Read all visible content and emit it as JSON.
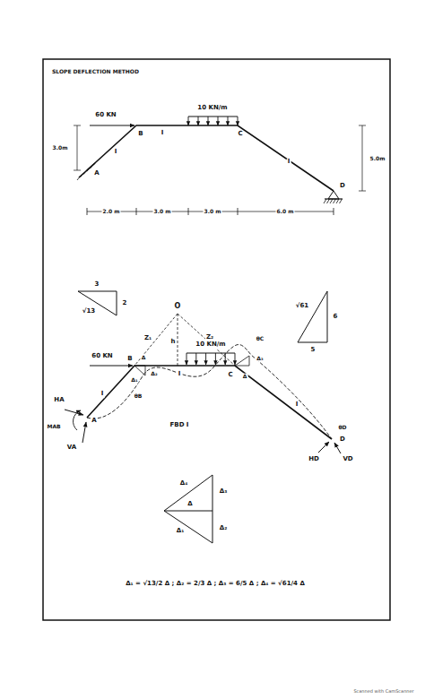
{
  "diagram": {
    "title": "SLOPE DEFLECTION METHOD",
    "labels": [
      "60 KN",
      "10 KN/m",
      "B",
      "C",
      "A",
      "D",
      "I",
      "I",
      "I",
      "3.0m",
      "5.0m",
      "2.0 m",
      "3.0 m",
      "3.0 m",
      "6.0 m",
      "3",
      "2",
      "√13",
      "√61",
      "6",
      "5",
      "O",
      "Z₁",
      "h",
      "Z₂",
      "60 KN",
      "10 KN/m",
      "B",
      "Δ",
      "Δ₁",
      "Δ₂",
      "θB",
      "I",
      "C",
      "Δ",
      "Δ₃",
      "θC",
      "I",
      "HA",
      "MAB",
      "A",
      "VA",
      "FBD I",
      "I",
      "θD",
      "D",
      "HD",
      "VD",
      "Δ₄",
      "Δ₃",
      "Δ",
      "Δ₁",
      "Δ₂",
      "Δ₁ = √13/2 Δ ; Δ₂ = 2/3 Δ ; Δ₃ = 6/5 Δ ; Δ₄ = √61/4 Δ",
      "Scanned with CamScanner"
    ]
  }
}
